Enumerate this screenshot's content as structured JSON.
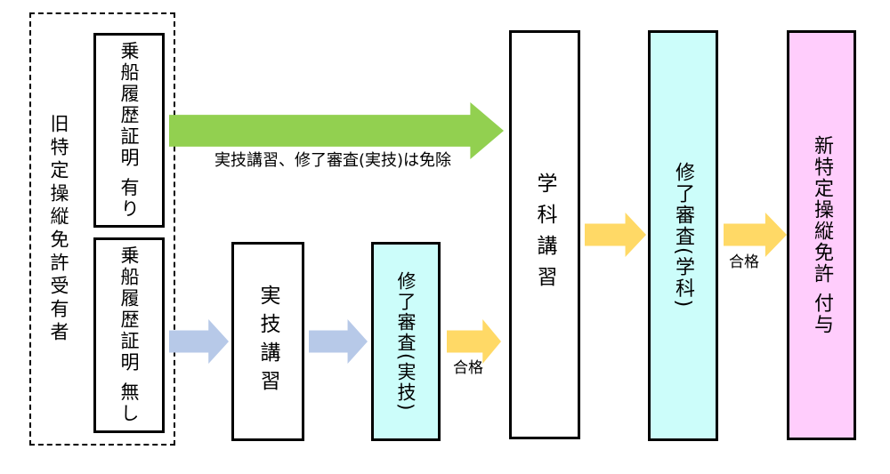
{
  "colors": {
    "exemption_arrow": "#92d050",
    "practical_arrow": "#b7c9e8",
    "pass_arrow": "#ffd966",
    "exam_box_fill": "#ccfdfa",
    "grant_box_fill": "#ffcdfc",
    "node_fill": "#ffffff",
    "border": "#000000"
  },
  "group": {
    "label": "旧特定操縦免許受有者",
    "members": {
      "with_history": {
        "label": "乗船履歴証明 有り"
      },
      "without_history": {
        "label": "乗船履歴証明 無し"
      }
    }
  },
  "nodes": {
    "practical_course": {
      "label": "実技講習"
    },
    "practical_exam": {
      "label": "修了審査(実技)"
    },
    "academic_course": {
      "label": "学科講習"
    },
    "academic_exam": {
      "label": "修了審査(学科)"
    },
    "license_grant": {
      "label": "新特定操縦免許 付与"
    }
  },
  "arrows": {
    "exemption": {
      "label": "実技講習、修了審査(実技)は免除"
    },
    "practical_pass": {
      "label": "合格"
    },
    "academic_pass": {
      "label": "合格"
    }
  }
}
